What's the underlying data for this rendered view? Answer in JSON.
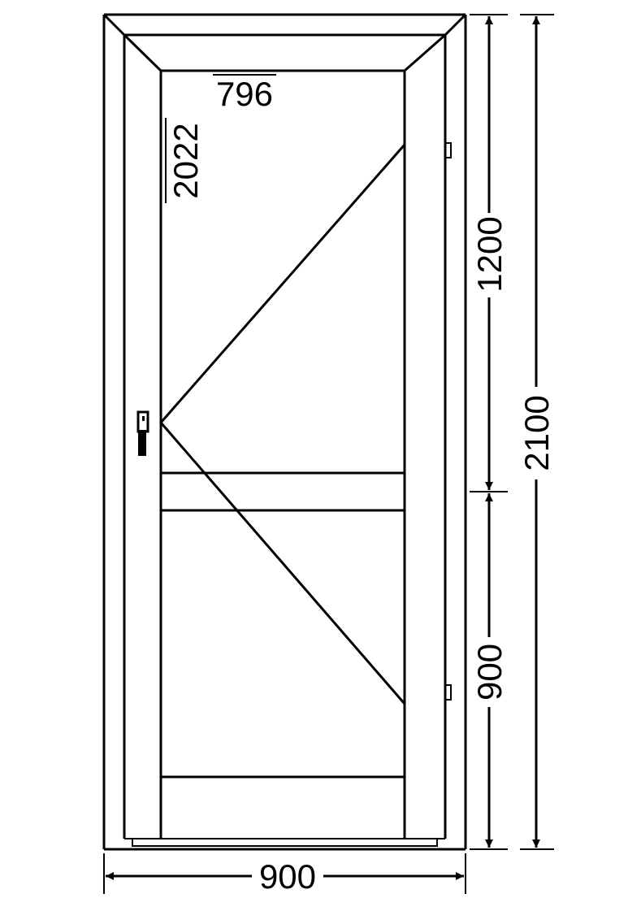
{
  "drawing": {
    "glass_width": "796",
    "glass_height": "2022",
    "upper_section_height": "1200",
    "lower_section_height": "900",
    "total_height": "2100",
    "total_width": "900"
  },
  "colors": {
    "line": "#000000",
    "background": "#ffffff"
  }
}
